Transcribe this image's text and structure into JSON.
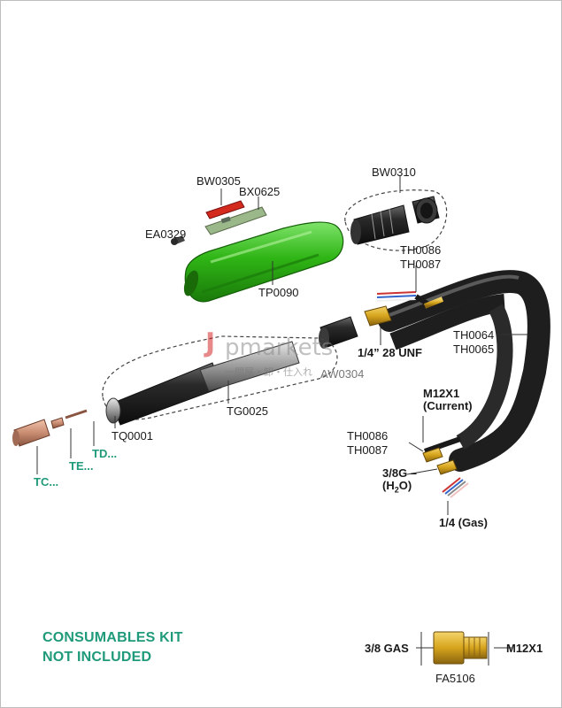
{
  "labels": {
    "bw0305": "BW0305",
    "bx0625": "BX0625",
    "bw0310": "BW0310",
    "ea0329": "EA0329",
    "th0086_top": "TH0086",
    "th0087_top": "TH0087",
    "tp0090": "TP0090",
    "thread_unf": "1/4” 28 UNF",
    "th0064": "TH0064",
    "th0065": "TH0065",
    "tg0025": "TG0025",
    "tq0001": "TQ0001",
    "td": "TD...",
    "te": "TE...",
    "tc": "TC...",
    "m12x1_current_line1": "M12X1",
    "m12x1_current_line2": "(Current)",
    "th0086_bottom": "TH0086",
    "th0087_bottom": "TH0087",
    "water_line1": "3/8G –",
    "water_line2": "(H",
    "water_sub": "2",
    "water_line2_end": "O)",
    "gas": "1/4 (Gas)",
    "gas_label": "3/8 GAS",
    "m12x1": "M12X1",
    "fa5106": "FA5106",
    "aw0304_partial": "AW0304"
  },
  "consumables": {
    "line1": "CONSUMABLES KIT",
    "line2": "NOT INCLUDED"
  },
  "watermark": {
    "brand": "pmarkets",
    "subtitle": "一問屋・卸・仕入れ"
  },
  "colors": {
    "handle_green": "#3cc21f",
    "cable_black": "#1e1e1e",
    "brass": "#d6a41c",
    "teal_text": "#1f9a7a",
    "collet_copper": "#c98d72"
  }
}
